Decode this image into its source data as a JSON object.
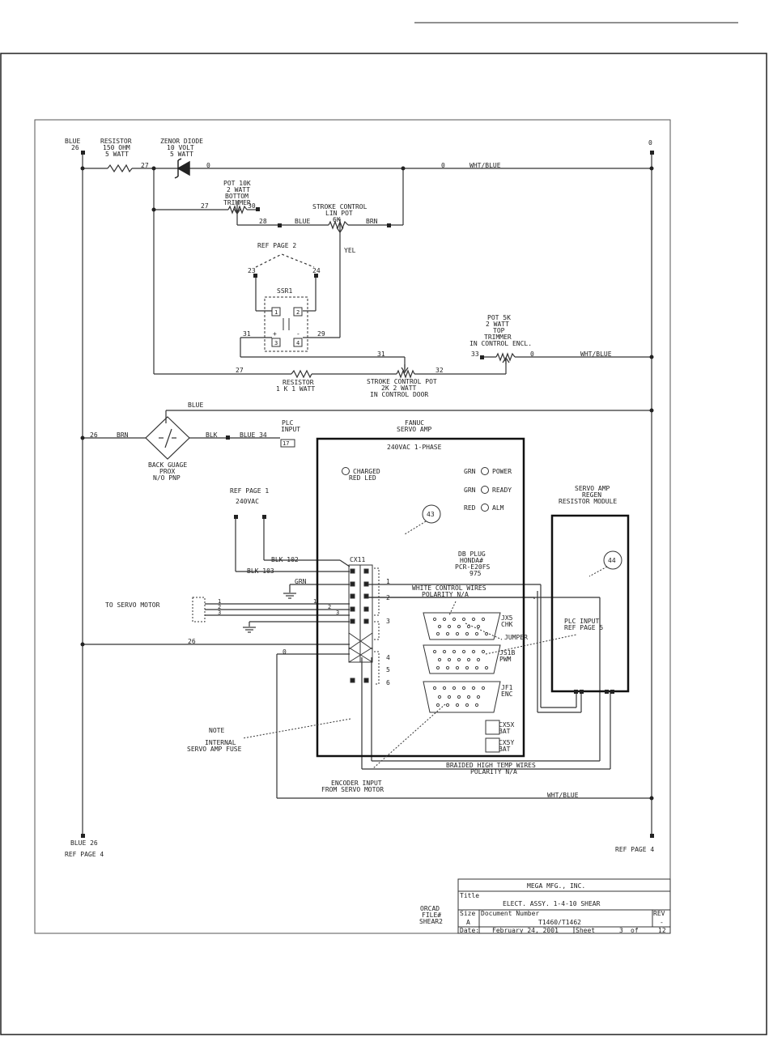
{
  "labels": {
    "blue26_top": "BLUE",
    "blue26_top_num": "26",
    "resistor_title": "RESISTOR",
    "resistor_ohm": "150 OHM",
    "resistor_watt": "5 WATT",
    "zener_title": "ZENOR DIODE",
    "zener_volt": "10 VOLT",
    "zener_watt": "5 WATT",
    "zero_top": "0",
    "wire_27a": "27",
    "wire_0a": "0",
    "wire_0b": "0",
    "wht_blue_1": "WHT/BLUE",
    "pot10k_1": "POT 10K",
    "pot10k_2": "2 WATT",
    "pot10k_3": "BOTTOM",
    "pot10k_4": "TRIMMER",
    "wire_30": "30",
    "wire_27b": "27",
    "stroke_lin_1": "STROKE CONTROL",
    "stroke_lin_2": "LIN POT",
    "stroke_lin_3": "6K",
    "wire_28": "28",
    "blue_wire": "BLUE",
    "brn_wire": "BRN",
    "yel_wire": "YEL",
    "ref_page2": "REF PAGE 2",
    "wire_23": "23",
    "wire_24": "24",
    "ssr1": "SSR1",
    "ssr_pin1": "1",
    "ssr_pin2": "2",
    "ssr_pin3": "3",
    "ssr_pin4": "4",
    "ssr_plus": "+",
    "ssr_minus": "-",
    "wire_31a": "31",
    "wire_29": "29",
    "pot5k_1": "POT 5K",
    "pot5k_2": "2 WATT",
    "pot5k_3": "TOP",
    "pot5k_4": "TRIMMER",
    "pot5k_5": "IN CONTROL ENCL.",
    "wire_33": "33",
    "wire_0c": "0",
    "wht_blue_2": "WHT/BLUE",
    "wire_31b": "31",
    "wire_32": "32",
    "wire_27c": "27",
    "res1k_1": "RESISTOR",
    "res1k_2": "1 K 1 WATT",
    "stroke_pot_1": "STROKE CONTROL POT",
    "stroke_pot_2": "2K 2 WATT",
    "stroke_pot_3": "IN CONTROL DOOR",
    "blue_mid": "BLUE",
    "plc_1": "PLC",
    "plc_2": "INPUT",
    "plc_17": "17",
    "wire_26a": "26",
    "brn_mid": "BRN",
    "blk_mid": "BLK",
    "blue34": "BLUE 34",
    "prox_1": "BACK GUAGE",
    "prox_2": "PROX",
    "prox_3": "N/O PNP",
    "fanuc_1": "FANUC",
    "fanuc_2": "SERVO AMP",
    "v240_phase": "240VAC 1-PHASE",
    "charged_1": "CHARGED",
    "charged_2": "RED LED",
    "grn_power_c": "GRN",
    "grn_power": "POWER",
    "grn_ready_c": "GRN",
    "grn_ready": "READY",
    "red_alm_c": "RED",
    "red_alm": "ALM",
    "bubble_43": "43",
    "bubble_44": "44",
    "ref_page1": "REF PAGE 1",
    "v240": "240VAC",
    "blk102": "BLK 102",
    "blk103": "BLK 103",
    "cx11": "CX11",
    "grn_gnd": "GRN",
    "to_servo": "TO SERVO MOTOR",
    "motor_1": "1",
    "motor_2": "2",
    "motor_3": "3",
    "cx11_1a": "1",
    "cx11_2a": "2",
    "cx11_3a": "3",
    "grp_1": "1",
    "grp_2": "2",
    "grp_3": "3",
    "grp_4": "4",
    "grp_5": "5",
    "grp_6": "6",
    "wire_26b": "26",
    "wire_0d": "0",
    "db_1": "DB PLUG",
    "db_2": "HONDA#",
    "db_3": "PCR-E20FS",
    "db_4": "975",
    "white_ctrl_1": "WHITE CONTROL WIRES",
    "white_ctrl_2": "POLARITY N/A",
    "jx5_1": "JX5",
    "jx5_2": "CHK",
    "jumper": "JUMPER",
    "js1b_1": "JS1B",
    "js1b_2": "PWM",
    "jf1_1": "JF1",
    "jf1_2": "ENC",
    "cx5x_1": "CX5X",
    "cx5x_2": "BAT",
    "cx5y_1": "CX5Y",
    "cx5y_2": "BAT",
    "regen_1": "SERVO AMP",
    "regen_2": "REGEN",
    "regen_3": "RESISTOR MODULE",
    "plc_ref_1": "PLC INPUT",
    "plc_ref_2": "REF PAGE 5",
    "note_1": "NOTE",
    "note_2": "INTERNAL",
    "note_3": "SERVO AMP FUSE",
    "braided_1": "BRAIDED HIGH TEMP WIRES",
    "braided_2": "POLARITY N/A",
    "enc_1": "ENCODER INPUT",
    "enc_2": "FROM SERVO MOTOR",
    "wht_blue_3": "WHT/BLUE",
    "blue26_bot": "BLUE 26",
    "ref_page4_l": "REF PAGE 4",
    "ref_page4_r": "REF PAGE 4",
    "orcad_1": "ORCAD",
    "orcad_2": "FILE#",
    "orcad_3": "SHEAR2"
  },
  "title_block": {
    "company": "MEGA MFG., INC.",
    "title_label": "Title",
    "title": "ELECT. ASSY. 1-4-10 SHEAR",
    "size_label": "Size",
    "size": "A",
    "docnum_label": "Document Number",
    "docnum": "T1460/T1462",
    "rev_label": "REV",
    "rev": "-",
    "date_label": "Date:",
    "date": "February 24, 2001",
    "sheet_label": "Sheet",
    "sheet": "3",
    "of_label": "of",
    "total": "12"
  }
}
